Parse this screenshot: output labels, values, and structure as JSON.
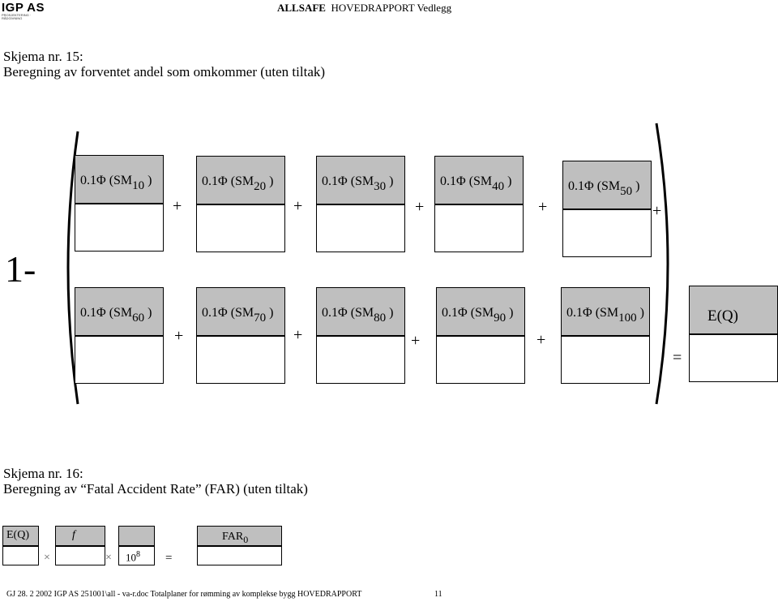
{
  "header": {
    "logo_text": "IGP AS",
    "logo_tagline": "PROSJEKTERING · RÅDGIVNING",
    "company": "ALLSAFE",
    "title": "HOVEDRAPPORT Vedlegg"
  },
  "schema15": {
    "number": "Skjema nr. 15:",
    "title": "Beregning av forventet andel som omkommer (uten tiltak)",
    "one_minus": "1-",
    "prefix": "0.1Φ (SM",
    "suffix": ")",
    "subs_row1": [
      "10",
      "20",
      "30",
      "40",
      "50"
    ],
    "subs_row2": [
      "60",
      "70",
      "80",
      "90",
      "100"
    ],
    "plus": "+",
    "equals": "=",
    "result_label": "E(Q)"
  },
  "schema16": {
    "number": "Skjema nr. 16:",
    "title": "Beregning av “Fatal Accident Rate” (FAR) (uten tiltak)",
    "eq_label": "E(Q)",
    "f_label": "f",
    "far_label": "FAR",
    "far_sub": "0",
    "times": "×",
    "ten": "10",
    "exp": "8",
    "equals": "="
  },
  "footer": {
    "text": "GJ  28. 2 2002   IGP AS  251001\\all - va-r.doc  Totalplaner for rømming av komplekse bygg  HOVEDRAPPORT",
    "page": "11"
  }
}
